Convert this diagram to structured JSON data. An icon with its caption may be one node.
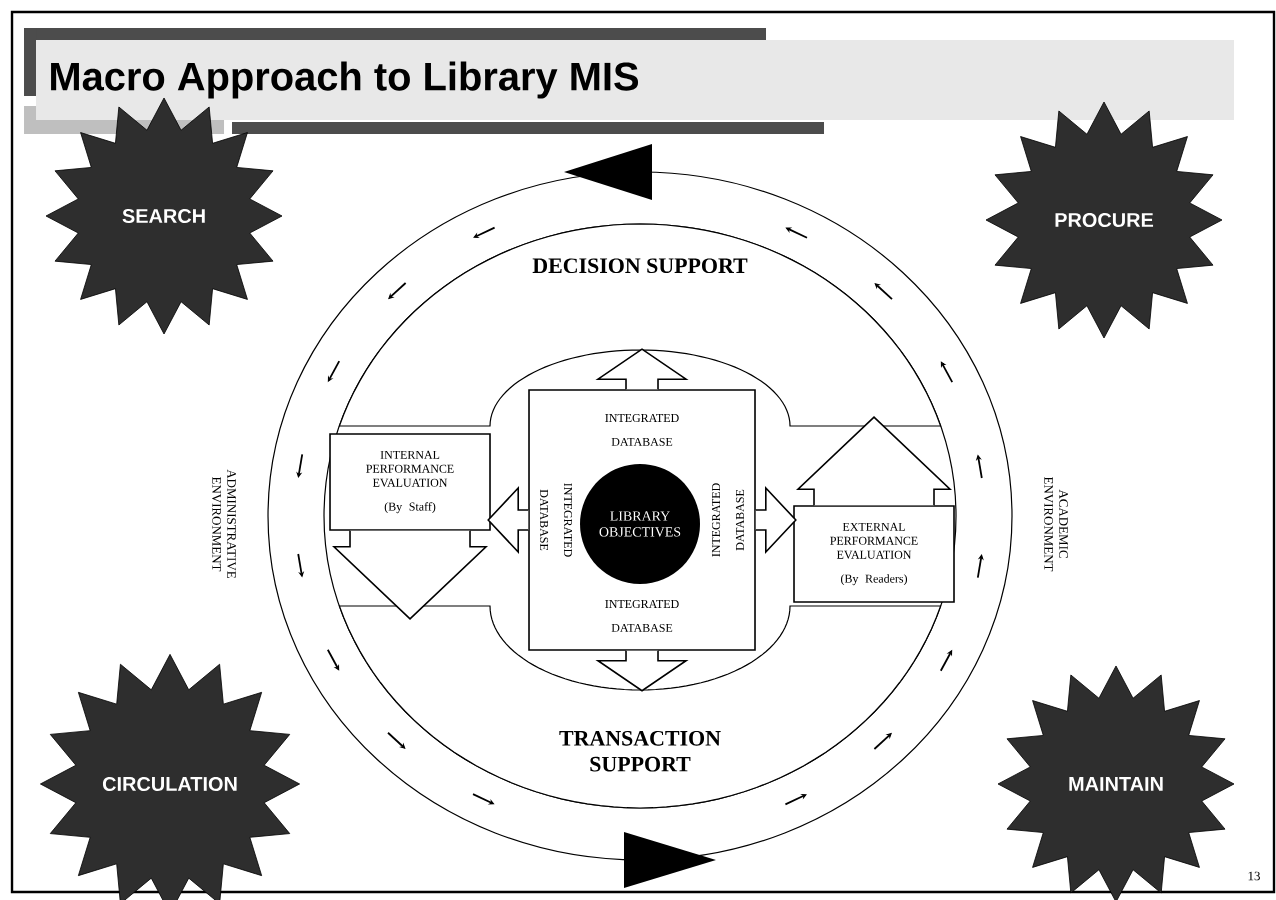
{
  "diagram": {
    "title": "Macro Approach to Library MIS",
    "nodes": [
      {
        "text": [
          "SEARCH"
        ]
      },
      {
        "text": [
          "PROCURE"
        ]
      },
      {
        "text": [
          "DECISION SUPPORT"
        ]
      },
      {
        "text": [
          "INTERNAL PERFORMANCE EVALUATION",
          "(By Staff)"
        ]
      },
      {
        "text": [
          "INTEGRATED DATABASE",
          "INTEGRATED DATABASE",
          "INTEGRATED DATABASE",
          "INTEGRATED DATABASE"
        ]
      },
      {
        "text": [
          "LIBRARY OBJECTIVES"
        ],
        "in": 4
      },
      {
        "text": [
          "EXTERNAL PERFORMANCE EVALUATION",
          "(By Readers)"
        ]
      },
      {
        "text": [
          "TRANSACTION SUPPORT"
        ]
      },
      {
        "text": [
          "CIRCULATION"
        ]
      },
      {
        "text": [
          "MAINTAIN"
        ]
      }
    ],
    "edges": [
      {
        "from": 4,
        "to": 2,
        "arrow": "to"
      },
      {
        "from": 4,
        "to": 3,
        "arrow": "to"
      },
      {
        "from": 4,
        "to": 6,
        "arrow": "to"
      },
      {
        "from": 4,
        "to": 7,
        "arrow": "to"
      },
      {
        "from": 3,
        "to": 7,
        "arrow": "to"
      },
      {
        "from": 6,
        "to": 2,
        "arrow": "to"
      }
    ],
    "labels": [
      "ADMINISTRATIVE ENVIRONMENT",
      "ACADEMIC ENVIRONMENT",
      "13"
    ]
  }
}
